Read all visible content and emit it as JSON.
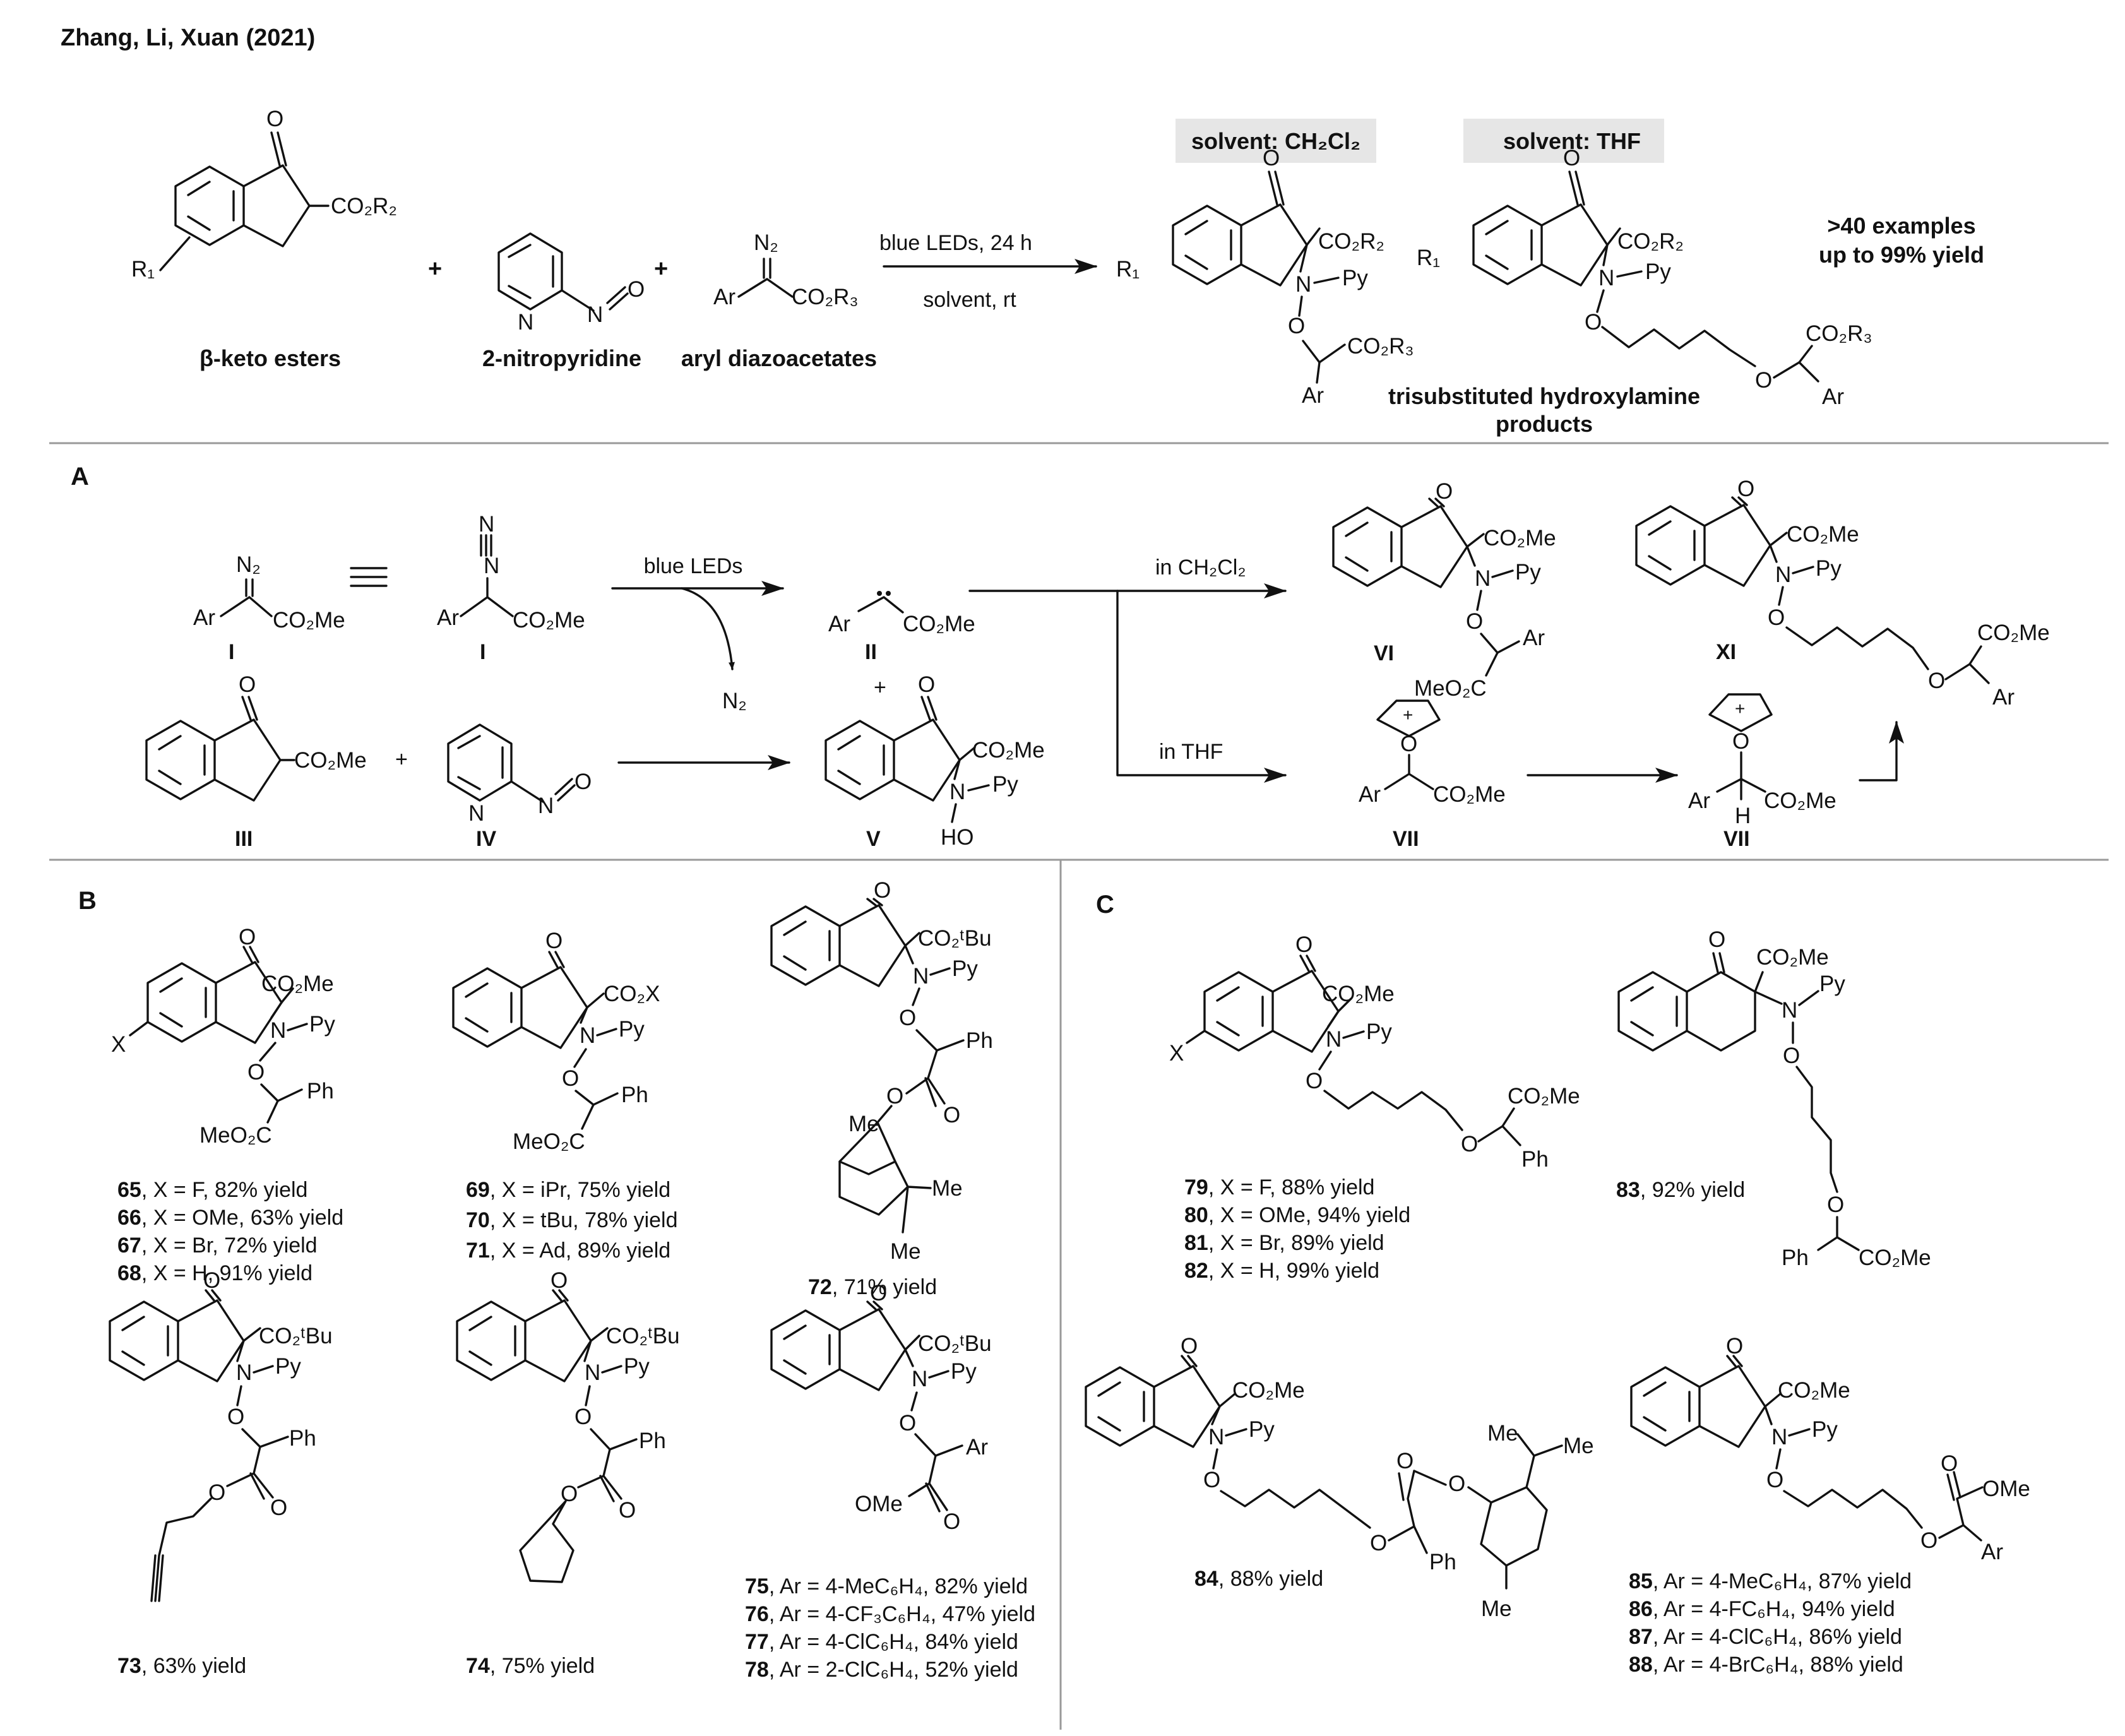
{
  "title": "Zhang, Li, Xuan (2021)",
  "colors": {
    "ink": "#111111",
    "divider": "#999999",
    "solvent_box": "#e6e6e6"
  },
  "top": {
    "reactant_labels": [
      "β-keto esters",
      "2-nitropyridine",
      "aryl diazoacetates"
    ],
    "plus": "+",
    "conditions_top": "blue LEDs, 24 h",
    "conditions_bottom": "solvent, rt",
    "solvent1": "solvent: CH₂Cl₂",
    "solvent2": "solvent: THF",
    "product_label": [
      "trisubstituted hydroxylamine",
      "products"
    ],
    "summary": [
      ">40 examples",
      "up to 99% yield"
    ],
    "atoms": {
      "R1": "R₁",
      "CO2R2": "CO₂R₂",
      "CO2R3": "CO₂R₃",
      "N2": "N₂",
      "Ar": "Ar",
      "N": "N",
      "O": "O",
      "NPy": "N",
      "Py": "Py"
    }
  },
  "panelA": {
    "label": "A",
    "blue_leds": "blue LEDs",
    "n2": "N₂",
    "in_dcm": "in CH₂Cl₂",
    "in_thf": "in THF",
    "roman": [
      "I",
      "I",
      "II",
      "III",
      "IV",
      "V",
      "VI",
      "VII",
      "VII",
      "XI"
    ],
    "co2me": "CO₂Me",
    "meo2c": "MeO₂C",
    "ho": "HO",
    "h": "H"
  },
  "panelB": {
    "label": "B",
    "captions": [
      {
        "bold": "65",
        "text": ", X = F, 82% yield"
      },
      {
        "bold": "66",
        "text": ", X = OMe, 63% yield"
      },
      {
        "bold": "67",
        "text": ", X = Br, 72% yield"
      },
      {
        "bold": "68",
        "text": ", X = H, 91% yield"
      },
      {
        "bold": "69",
        "text": ", X = iPr, 75% yield"
      },
      {
        "bold": "70",
        "text": ", X = tBu, 78% yield"
      },
      {
        "bold": "71",
        "text": ", X = Ad, 89% yield"
      },
      {
        "bold": "72",
        "text": ", 71% yield"
      },
      {
        "bold": "73",
        "text": ", 63% yield"
      },
      {
        "bold": "74",
        "text": ", 75% yield"
      },
      {
        "bold": "75",
        "text": ", Ar = 4-MeC₆H₄, 82% yield"
      },
      {
        "bold": "76",
        "text": ", Ar = 4-CF₃C₆H₄, 47% yield"
      },
      {
        "bold": "77",
        "text": ", Ar = 4-ClC₆H₄, 84% yield"
      },
      {
        "bold": "78",
        "text": ", Ar = 2-ClC₆H₄, 52% yield"
      }
    ],
    "atoms": {
      "CO2X": "CO₂X",
      "CO2tBu": "CO₂ᵗBu",
      "Ph": "Ph",
      "Me": "Me",
      "X": "X"
    }
  },
  "panelC": {
    "label": "C",
    "captions": [
      {
        "bold": "79",
        "text": ", X = F, 88% yield"
      },
      {
        "bold": "80",
        "text": ", X = OMe, 94% yield"
      },
      {
        "bold": "81",
        "text": ", X = Br, 89% yield"
      },
      {
        "bold": "82",
        "text": ", X = H, 99% yield"
      },
      {
        "bold": "83",
        "text": ", 92% yield"
      },
      {
        "bold": "84",
        "text": ", 88% yield"
      },
      {
        "bold": "85",
        "text": ", Ar = 4-MeC₆H₄, 87% yield"
      },
      {
        "bold": "86",
        "text": ", Ar = 4-FC₆H₄, 94% yield"
      },
      {
        "bold": "87",
        "text": ", Ar = 4-ClC₆H₄, 86% yield"
      },
      {
        "bold": "88",
        "text": ", Ar = 4-BrC₆H₄, 88% yield"
      }
    ],
    "atoms": {
      "OMe": "OMe"
    }
  }
}
